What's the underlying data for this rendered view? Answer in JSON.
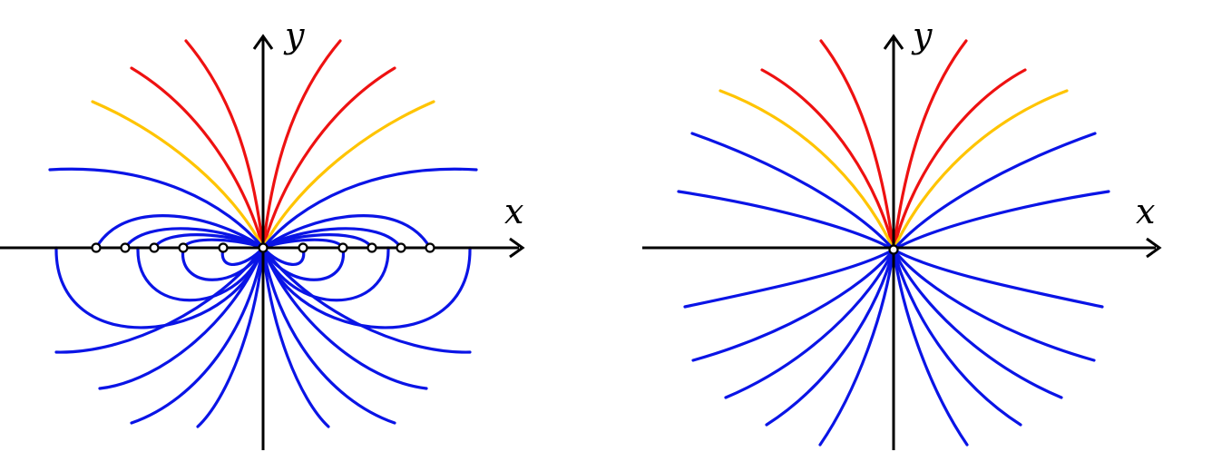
{
  "colors": {
    "blue": "#0a14e6",
    "red": "#ee1111",
    "gold": "#ffc400",
    "axis": "#000000"
  },
  "panels": [
    {
      "id": "left",
      "x_label": "x",
      "y_label": "y"
    },
    {
      "id": "right",
      "x_label": "x",
      "y_label": "y"
    }
  ]
}
